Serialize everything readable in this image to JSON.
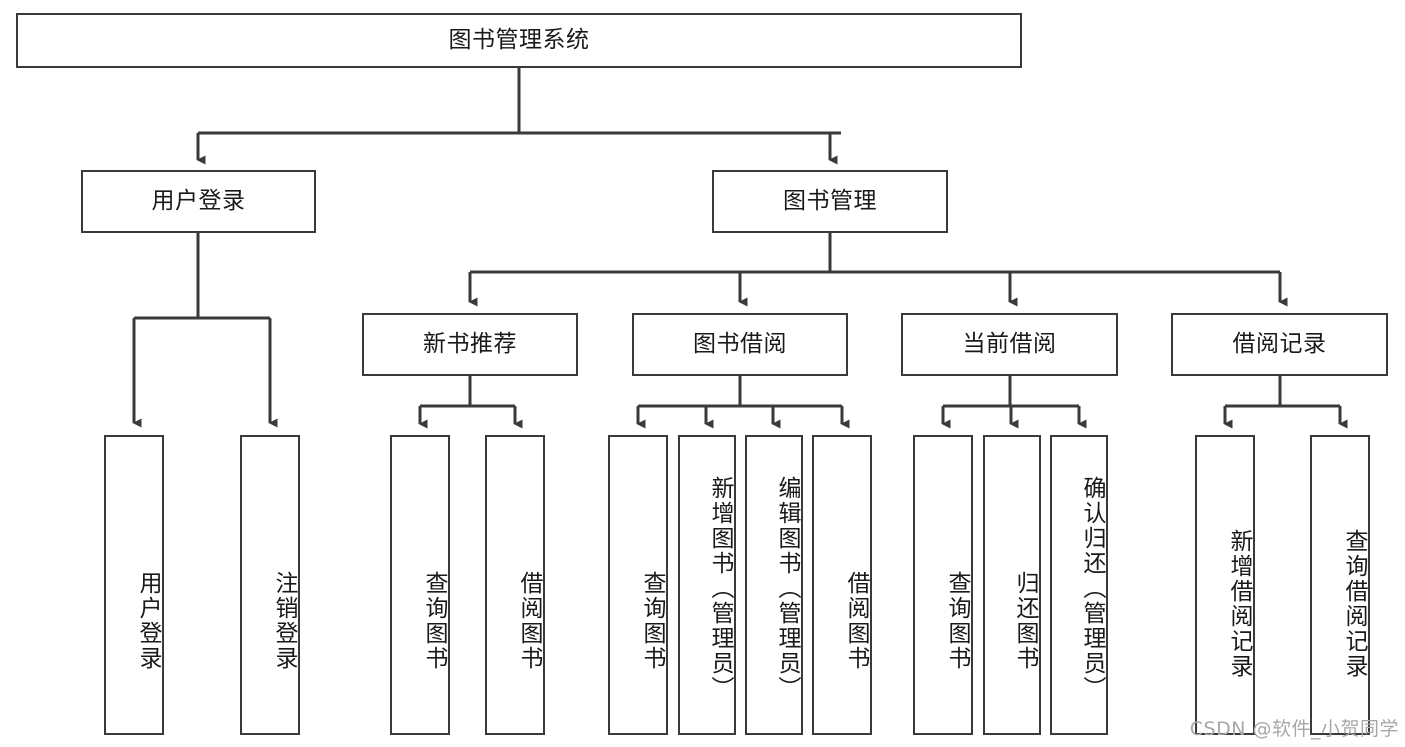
{
  "diagram": {
    "type": "tree-hierarchy",
    "title": "图书管理系统",
    "root": {
      "id": "root",
      "label": "图书管理系统"
    },
    "level2": [
      {
        "id": "user-login",
        "label": "用户登录"
      },
      {
        "id": "book-manage",
        "label": "图书管理"
      }
    ],
    "level3": [
      {
        "id": "new-book-rec",
        "label": "新书推荐"
      },
      {
        "id": "book-borrow",
        "label": "图书借阅"
      },
      {
        "id": "current-borrow",
        "label": "当前借阅"
      },
      {
        "id": "borrow-record",
        "label": "借阅记录"
      }
    ],
    "leaves": {
      "user_login": [
        {
          "id": "leaf-user-login",
          "label": "用户登录"
        },
        {
          "id": "leaf-logout",
          "label": "注销登录"
        }
      ],
      "new_book_rec": [
        {
          "id": "leaf-query-book-1",
          "label": "查询图书"
        },
        {
          "id": "leaf-borrow-book-1",
          "label": "借阅图书"
        }
      ],
      "book_borrow": [
        {
          "id": "leaf-query-book-2",
          "label": "查询图书"
        },
        {
          "id": "leaf-add-book",
          "label": "新增图书（管理员）"
        },
        {
          "id": "leaf-edit-book",
          "label": "编辑图书（管理员）"
        },
        {
          "id": "leaf-borrow-book-2",
          "label": "借阅图书"
        }
      ],
      "current_borrow": [
        {
          "id": "leaf-query-book-3",
          "label": "查询图书"
        },
        {
          "id": "leaf-return-book",
          "label": "归还图书"
        },
        {
          "id": "leaf-confirm-return",
          "label": "确认归还（管理员）"
        }
      ],
      "borrow_record": [
        {
          "id": "leaf-add-record",
          "label": "新增借阅记录"
        },
        {
          "id": "leaf-query-record",
          "label": "查询借阅记录"
        }
      ]
    }
  },
  "watermark": {
    "text": "CSDN @软件_小贺同学"
  },
  "colors": {
    "border": "#3a3a3a",
    "background": "#ffffff",
    "text": "#1a1a1a",
    "watermark": "#a8a8a8"
  }
}
